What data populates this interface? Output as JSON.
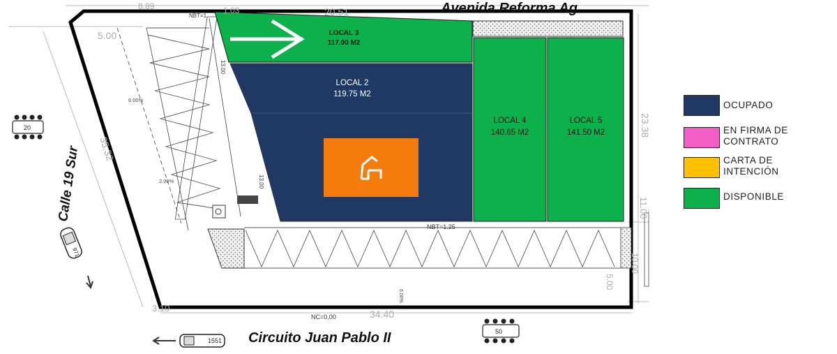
{
  "streets": {
    "north": "Avenida Reforma Ag",
    "west": "Calle 19 Sur",
    "south": "Circuito Juan Pablo II"
  },
  "locales": [
    {
      "name": "LOCAL 3",
      "area": "117.00 M2",
      "status": "DISPONIBLE",
      "color": "#0db14b"
    },
    {
      "name": "LOCAL 2",
      "area": "119.75 M2",
      "status": "OCUPADO",
      "color": "#1f3864"
    },
    {
      "name": "LOCAL 4",
      "area": "140.65 M2",
      "status": "DISPONIBLE",
      "color": "#0db14b"
    },
    {
      "name": "LOCAL 5",
      "area": "141.50 M2",
      "status": "DISPONIBLE",
      "color": "#0db14b"
    }
  ],
  "legend": [
    {
      "label": "OCUPADO",
      "color": "#1f3864"
    },
    {
      "label": "EN FIRMA DE CONTRATO",
      "color": "#f25ec5"
    },
    {
      "label": "CARTA DE INTENCIÓN",
      "color": "#ffc000"
    },
    {
      "label": "DISPONIBLE",
      "color": "#0db14b"
    }
  ],
  "dimensions": {
    "top_left": "8.89",
    "top_mid": "1.03",
    "top_right": "20.51",
    "left_offset": "5.00",
    "west_side": "35.32",
    "east_side": "23.38",
    "east_lower": "11.00",
    "east_small": "10.00",
    "east_bottom": "5.00",
    "south_side": "34.40",
    "south_left": "3.10",
    "level_top": "NBT=1.",
    "level_mid": "NBT=1.25",
    "level_base": "NC=0.00",
    "ramp_1": "13.00",
    "ramp_2": "13.00"
  },
  "slopes": {
    "s1": "6.00%",
    "s2": "2.00%",
    "s3": "6.00%"
  },
  "vehicle_numbers": {
    "car_west": "971",
    "car_south": "1551",
    "table_west": "20",
    "table_south": "50"
  },
  "icons": {
    "brand": "logo-icon",
    "accessible": "wheelchair-icon",
    "direction": "arrow-right-icon"
  }
}
